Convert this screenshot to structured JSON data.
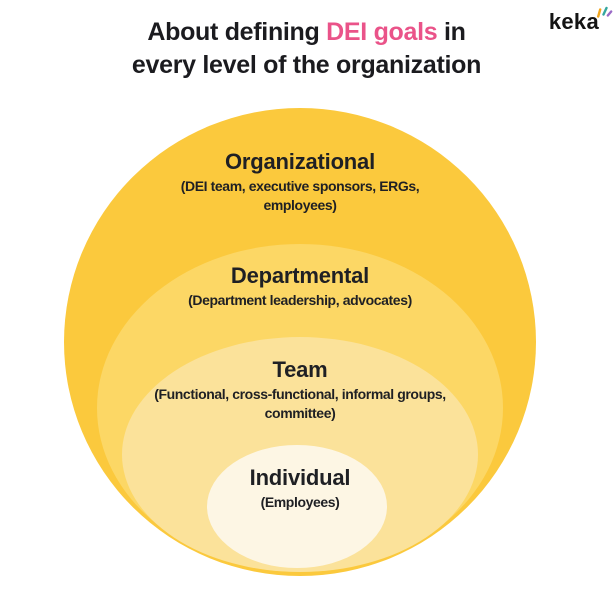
{
  "page": {
    "background": "#ffffff",
    "text_color": "#1f2024"
  },
  "header": {
    "title_line1_prefix": "About defining ",
    "title_highlight": "DEI goals",
    "title_line1_suffix": " in",
    "title_line2": "every level of the organization",
    "highlight_color": "#EA5389"
  },
  "logo": {
    "text": "keka",
    "sparkle_colors": [
      "#F2A71F",
      "#35A79E",
      "#9A6AC6"
    ]
  },
  "diagram": {
    "type": "nested-circles",
    "levels": [
      {
        "name": "Organizational",
        "detail": "(DEI team, executive sponsors, ERGs, employees)",
        "color": "#FBC93D"
      },
      {
        "name": "Departmental",
        "detail": "(Department leadership, advocates)",
        "color": "#FCD765"
      },
      {
        "name": "Team",
        "detail": "(Functional, cross-functional, informal groups, committee)",
        "color": "#FBE29A"
      },
      {
        "name": "Individual",
        "detail": "(Employees)",
        "color": "#FDF6E4"
      }
    ]
  }
}
